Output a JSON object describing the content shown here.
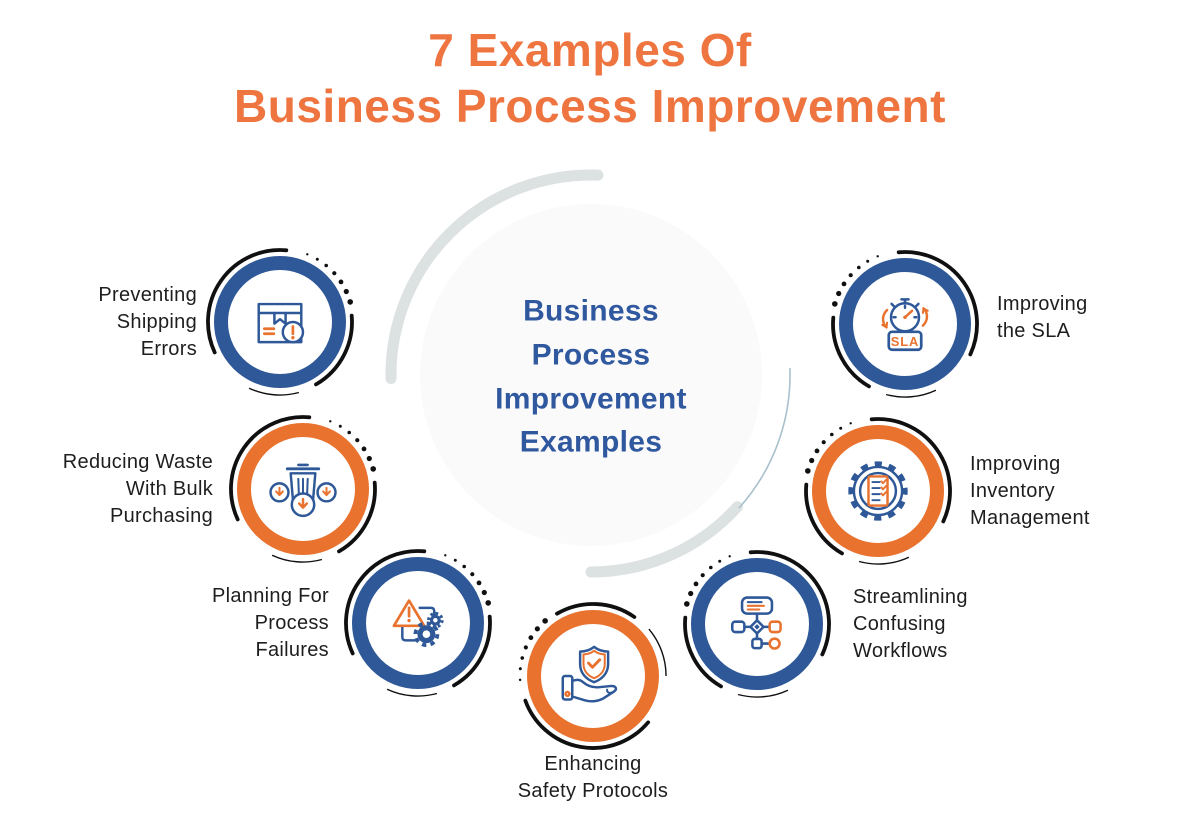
{
  "palette": {
    "blue": "#2E5897",
    "orange": "#E8722E",
    "title_orange": "#EE7540",
    "center_text_blue": "#30589E",
    "label_dark": "#1E1E1E",
    "deco_black": "#101010",
    "arc_gray": "#DCE1E1",
    "arc_thin_blue": "#A9C1CE",
    "pale_circle": "#FAFAFB",
    "white": "#FFFFFF"
  },
  "title": {
    "text": "7 Examples Of\nBusiness Process Improvement"
  },
  "center": {
    "text": "Business\nProcess\nImprovement\nExamples"
  },
  "nodes": [
    {
      "id": "preventing-shipping-errors",
      "label": "Preventing\nShipping\nErrors",
      "ring_color": "blue",
      "icon": "package-alert-icon"
    },
    {
      "id": "reducing-waste-with-bulk-purchasing",
      "label": "Reducing Waste\nWith Bulk\nPurchasing",
      "ring_color": "orange",
      "icon": "waste-bin-down-arrows-icon"
    },
    {
      "id": "planning-for-process-failures",
      "label": "Planning For\nProcess\nFailures",
      "ring_color": "blue",
      "icon": "warning-gears-icon"
    },
    {
      "id": "enhancing-safety-protocols",
      "label": "Enhancing\nSafety Protocols",
      "ring_color": "orange",
      "icon": "shield-in-hand-icon"
    },
    {
      "id": "streamlining-confusing-workflows",
      "label": "Streamlining\nConfusing\nWorkflows",
      "ring_color": "blue",
      "icon": "flowchart-icon"
    },
    {
      "id": "improving-inventory-management",
      "label": "Improving\nInventory\nManagement",
      "ring_color": "orange",
      "icon": "gear-checklist-icon"
    },
    {
      "id": "improving-the-sla",
      "label": "Improving\nthe SLA",
      "ring_color": "blue",
      "icon": "stopwatch-sla-icon",
      "icon_text": "SLA"
    }
  ]
}
